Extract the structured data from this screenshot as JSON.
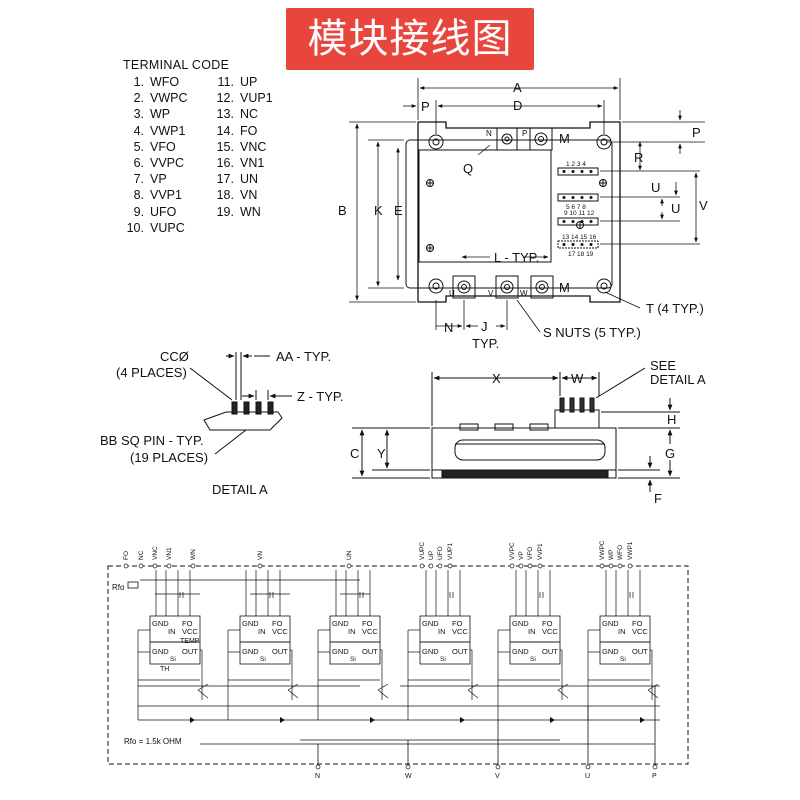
{
  "title": "模块接线图",
  "terminal_code": {
    "heading": "TERMINAL CODE",
    "left": [
      {
        "num": "1.",
        "name": "WFO"
      },
      {
        "num": "2.",
        "name": "VWPC"
      },
      {
        "num": "3.",
        "name": "WP"
      },
      {
        "num": "4.",
        "name": "VWP1"
      },
      {
        "num": "5.",
        "name": "VFO"
      },
      {
        "num": "6.",
        "name": "VVPC"
      },
      {
        "num": "7.",
        "name": "VP"
      },
      {
        "num": "8.",
        "name": "VVP1"
      },
      {
        "num": "9.",
        "name": "UFO"
      },
      {
        "num": "10.",
        "name": "VUPC"
      }
    ],
    "right": [
      {
        "num": "11.",
        "name": "UP"
      },
      {
        "num": "12.",
        "name": "VUP1"
      },
      {
        "num": "13.",
        "name": "NC"
      },
      {
        "num": "14.",
        "name": "FO"
      },
      {
        "num": "15.",
        "name": "VNC"
      },
      {
        "num": "16.",
        "name": "VN1"
      },
      {
        "num": "17.",
        "name": "UN"
      },
      {
        "num": "18.",
        "name": "VN"
      },
      {
        "num": "19.",
        "name": "WN"
      }
    ]
  },
  "dimensions": {
    "A": "A",
    "D": "D",
    "P": "P",
    "B": "B",
    "K": "K",
    "E": "E",
    "N": "N",
    "Q": "Q",
    "M": "M",
    "R": "R",
    "U": "U",
    "V": "V",
    "L": "L - TYP.",
    "T": "T (4 TYP.)",
    "J": "J",
    "TYP": "TYP.",
    "S": "S NUTS (5 TYP.)",
    "pins_row1": "1 2 3 4",
    "pins_row2": "5 6 7 8",
    "pins_row3": "9 10 11 12",
    "pins_row4": "13 14 15 16",
    "pins_row5": "17 18 19",
    "term_u": "U",
    "term_v": "V",
    "term_w": "W"
  },
  "side_view": {
    "X": "X",
    "W": "W",
    "H": "H",
    "G": "G",
    "F": "F",
    "C": "C",
    "Y": "Y",
    "see1": "SEE",
    "see2": "DETAIL A"
  },
  "detail": {
    "cc1": "CCØ",
    "cc2": "(4 PLACES)",
    "aa": "AA - TYP.",
    "z": "Z - TYP.",
    "bb1": "BB SQ PIN - TYP.",
    "bb2": "(19 PLACES)",
    "label": "DETAIL A"
  },
  "schematic": {
    "top_labels": [
      "FO",
      "NC",
      "VNC",
      "VN1",
      "WN",
      "VN",
      "UN",
      "VUPC",
      "UP",
      "UFO",
      "VUP1",
      "VVPC",
      "VP",
      "VFO",
      "VVP1",
      "VWPC",
      "WP",
      "WFO",
      "VWP1"
    ],
    "rfo": "Rfo",
    "rfo_note": "Rfo = 1.5k OHM",
    "ic_gnd": "GND",
    "ic_fo": "FO",
    "ic_in": "IN",
    "ic_vcc": "VCC",
    "ic_out": "OUT",
    "ic_si": "Si",
    "ic_temp": "TEMP",
    "ic_th": "TH",
    "bottom_labels": [
      "N",
      "W",
      "V",
      "U",
      "P"
    ]
  }
}
